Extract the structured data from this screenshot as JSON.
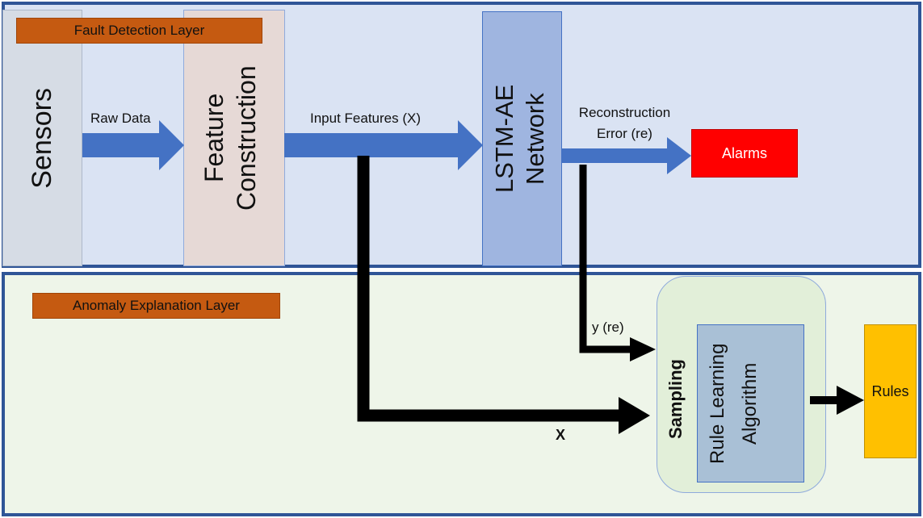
{
  "layers": {
    "fault_detection": "Fault Detection Layer",
    "anomaly_explanation": "Anomaly Explanation Layer"
  },
  "blocks": {
    "sensors": "Sensors",
    "feature_construction": "Feature Construction",
    "lstm_ae": "LSTM-AE Network",
    "alarms": "Alarms",
    "sampling": "Sampling",
    "rule_learning": "Rule Learning Algorithm",
    "rules": "Rules"
  },
  "edges": {
    "raw_data": "Raw Data",
    "input_features": "Input Features (X)",
    "reconstruction_error": "Reconstruction Error (re)",
    "y_re": "y (re)",
    "x": "X"
  },
  "colors": {
    "layer_border": "#2f5597",
    "top_layer_fill": "#dae3f3",
    "bottom_layer_fill": "#eef5e9",
    "layer_tag": "#c55a11",
    "flow_arrow": "#4472c4",
    "alarms": "#ff0000",
    "rules": "#ffc000"
  }
}
